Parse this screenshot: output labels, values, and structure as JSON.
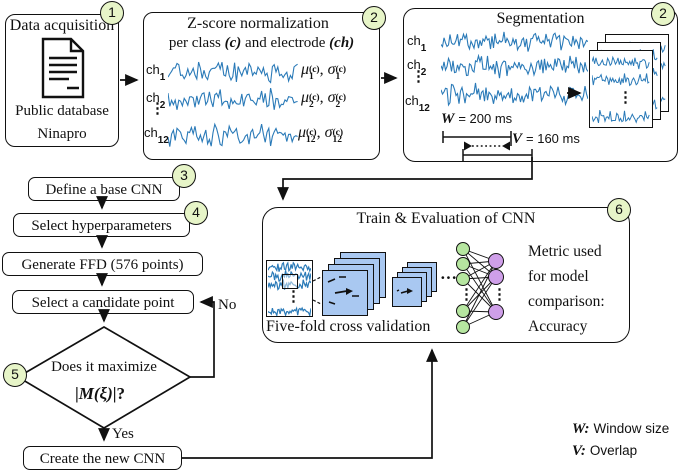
{
  "colors": {
    "badge_fill": "#e7f5c8",
    "trace": "#2a7ab8",
    "feature_map": "#a9c8f1",
    "node_input": "#b6e6a0",
    "node_output": "#cf9fe9"
  },
  "badges": {
    "acq": "1",
    "zscore": "2",
    "seg": "2",
    "base": "3",
    "hyper": "4",
    "decision": "5",
    "train": "6"
  },
  "data_acquisition": {
    "title": "Data acquisition",
    "db_line1": "Public database",
    "db_line2": "Ninapro"
  },
  "zscore": {
    "title": "Z-score normalization",
    "sub_pre": "per class ",
    "sub_c": "(c)",
    "sub_mid": " and electrode ",
    "sub_ch": "(ch)",
    "rows": [
      {
        "ch": "ch",
        "idx": "1",
        "mu": "μ",
        "sigma": "σ",
        "sup": "(c)",
        "sep": ", "
      },
      {
        "ch": "ch",
        "idx": "2",
        "mu": "μ",
        "sigma": "σ",
        "sup": "(c)",
        "sep": ", "
      },
      {
        "ch": "ch",
        "idx": "12",
        "mu": "μ",
        "sigma": "σ",
        "sup": "(c)",
        "sep": ", "
      }
    ],
    "dots": "⋮"
  },
  "segmentation": {
    "title": "Segmentation",
    "rows": [
      {
        "ch": "ch",
        "idx": "1"
      },
      {
        "ch": "ch",
        "idx": "2"
      },
      {
        "ch": "ch",
        "idx": "12"
      }
    ],
    "dots": "⋮",
    "w_label": "W",
    "w_value": "= 200 ms",
    "v_label": "V",
    "v_value": "= 160 ms",
    "frame_dots": "⋮"
  },
  "flowchart": {
    "steps": [
      "Define a base CNN",
      "Select hyperparameters",
      "Generate FFD (576 points)",
      "Select a candidate point"
    ],
    "decision_line1": "Does it maximize",
    "decision_pre": "|",
    "decision_m": "M(ξ)",
    "decision_post": "|?",
    "no_label": "No",
    "yes_label": "Yes",
    "create_step": "Create the new CNN"
  },
  "train": {
    "title": "Train & Evaluation of CNN",
    "caption": "Five-fold cross validation",
    "metric_lines": [
      "Metric used",
      "for model",
      "comparison:",
      "Accuracy"
    ],
    "cdots": "···",
    "net_dots": "⋮"
  },
  "legend": {
    "w_key": "W:",
    "w_desc": "Window size",
    "v_key": "V:",
    "v_desc": "Overlap"
  }
}
